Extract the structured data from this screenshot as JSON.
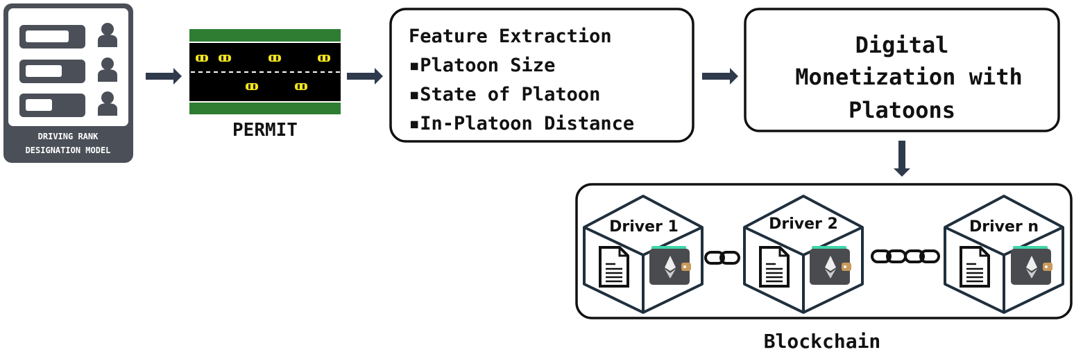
{
  "rank_model": {
    "line1": "DRIVING RANK",
    "line2": "DESIGNATION MODEL"
  },
  "permit": {
    "label": "PERMIT"
  },
  "feature_extraction": {
    "title": "Feature Extraction",
    "items": [
      "▪Platoon Size",
      "▪State of Platoon",
      "▪In-Platoon Distance"
    ]
  },
  "monetization": {
    "lines": [
      "Digital",
      "Monetization with",
      "Platoons"
    ]
  },
  "blockchain": {
    "label": "Blockchain",
    "drivers": [
      "Driver 1",
      "Driver 2",
      "Driver n"
    ]
  },
  "colors": {
    "panel": "#4b4f58",
    "arrow": "#2f3a4c",
    "cube": "#1f2f3d",
    "grass": "#2e7d32",
    "car": "#f5e51b",
    "wallet_top": "#3ed6a8"
  }
}
